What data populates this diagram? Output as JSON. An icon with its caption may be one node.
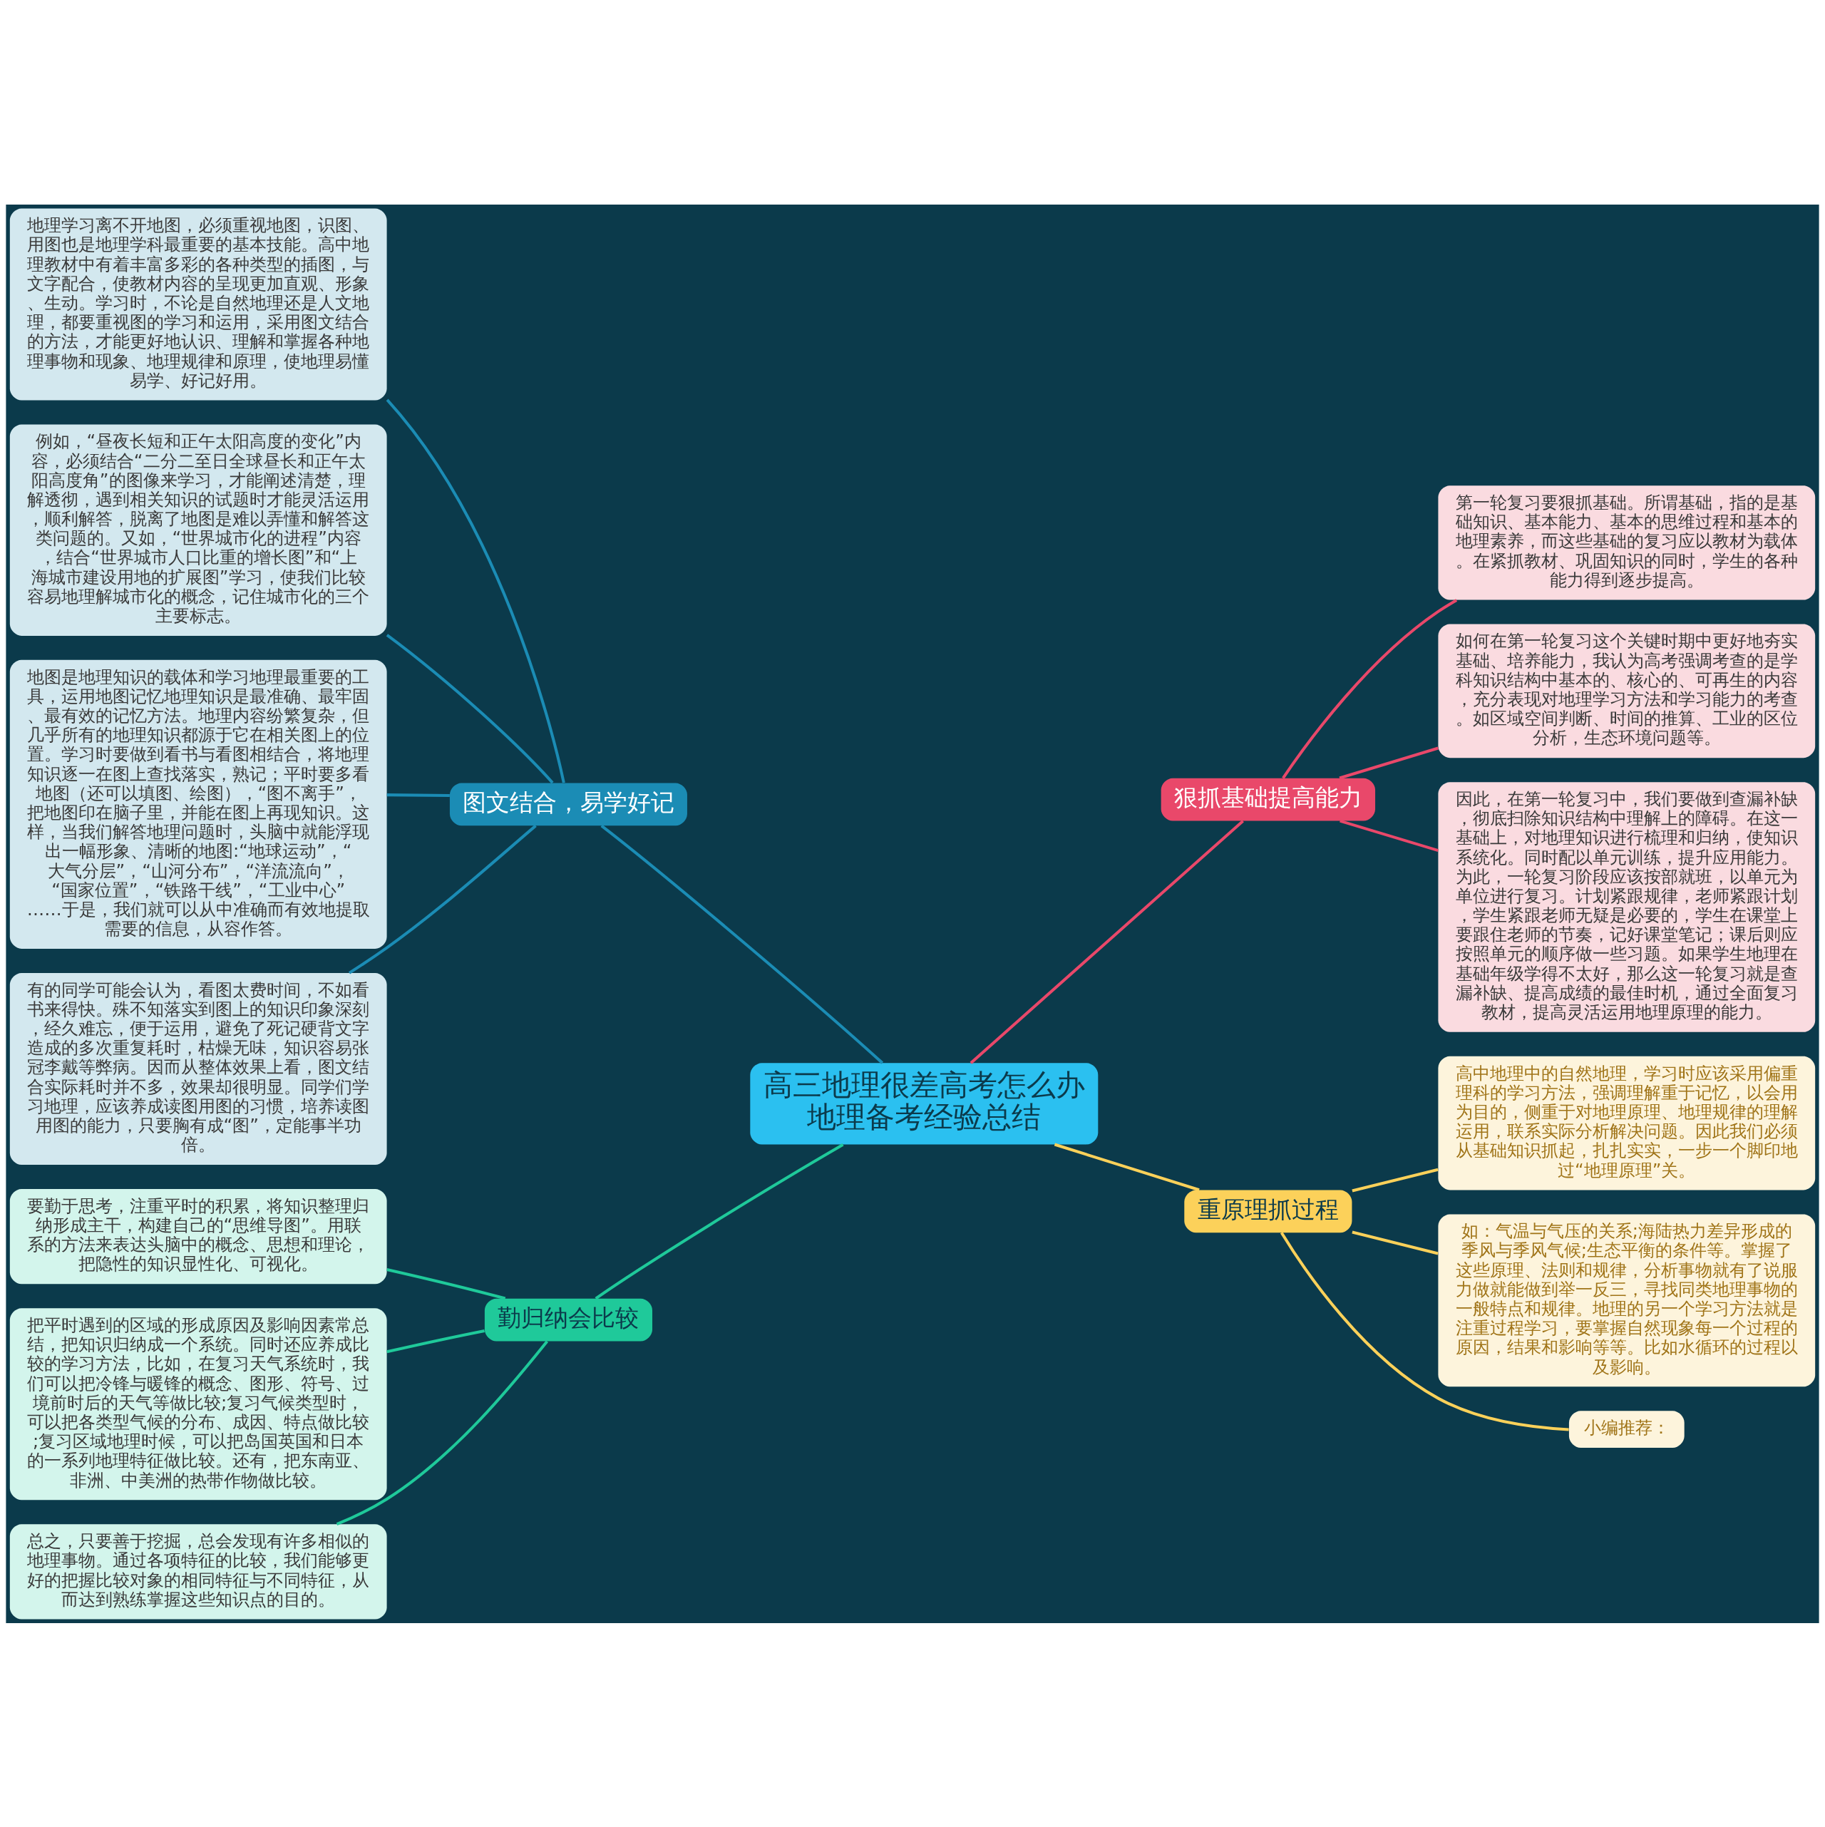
{
  "diagram": {
    "nodes": [
      {
        "text": [
          "高三地理很差高考怎么办地理备考经验总结"
        ]
      },
      {
        "text": [
          "图文结合，易学好记"
        ]
      },
      {
        "text": [
          "地理学习离不开地图，必须重视地图，识图、用图也是地理学科最重要的基本技能。高中地理教材中有着丰富多彩的各种类型的插图，与文字配合，使教材内容的呈现更加直观、形象、生动。学习时，不论是自然地理还是人文地理，都要重视图的学习和运用，采用图文结合的方法，才能更好地认识、理解和掌握各种地理事物和现象、地理规律和原理，使地理易懂易学、好记好用。"
        ]
      },
      {
        "text": [
          "例如，“昼夜长短和正午太阳高度的变化”内容，必须结合“二分二至日全球昼长和正午太阳高度角”的图像来学习，才能阐述清楚，理解透彻，遇到相关知识的试题时才能灵活运用，顺利解答，脱离了地图是难以弄懂和解答这类问题的。又如，“世界城市化的进程”内容，结合“世界城市人口比重的增长图”和“上海城市建设用地的扩展图”学习，使我们比较容易地理解城市化的概念，记住城市化的三个主要标志。"
        ]
      },
      {
        "text": [
          "地图是地理知识的载体和学习地理最重要的工具，运用地图记忆地理知识是最准确、最牢固、最有效的记忆方法。地理内容纷繁复杂，但几乎所有的地理知识都源于它在相关图上的位置。学习时要做到看书与看图相结合，将地理知识逐一在图上查找落实，熟记；平时要多看地图（还可以填图、绘图），“图不离手”，把地图印在脑子里，并能在图上再现知识。这样，当我们解答地理问题时，头脑中就能浮现出一幅形象、清晰的地图:“地球运动”，“大气分层”，“山河分布”，“洋流流向”，“国家位置”，“铁路干线”，“工业中心”……于是，我们就可以从中准确而有效地提取需要的信息，从容作答。"
        ]
      },
      {
        "text": [
          "有的同学可能会认为，看图太费时间，不如看书来得快。殊不知落实到图上的知识印象深刻，经久难忘，便于运用，避免了死记硬背文字造成的多次重复耗时，枯燥无味，知识容易张冠李戴等弊病。因而从整体效果上看，图文结合实际耗时并不多，效果却很明显。同学们学习地理，应该养成读图用图的习惯，培养读图用图的能力，只要胸有成“图”，定能事半功倍。"
        ]
      },
      {
        "text": [
          "勤归纳会比较"
        ]
      },
      {
        "text": [
          "要勤于思考，注重平时的积累，将知识整理归纳形成主干，构建自己的“思维导图”。用联系的方法来表达头脑中的概念、思想和理论，把隐性的知识显性化、可视化。"
        ]
      },
      {
        "text": [
          "把平时遇到的区域的形成原因及影响因素常总结，把知识归纳成一个系统。同时还应养成比较的学习方法，比如，在复习天气系统时，我们可以把冷锋与暖锋的概念、图形、符号、过境前时后的天气等做比较;复习气候类型时，可以把各类型气候的分布、成因、特点做比较;复习区域地理时候，可以把岛国英国和日本的一系列地理特征做比较。还有，把东南亚、非洲、中美洲的热带作物做比较。"
        ]
      },
      {
        "text": [
          "总之，只要善于挖掘，总会发现有许多相似的地理事物。通过各项特征的比较，我们能够更好的把握比较对象的相同特征与不同特征，从而达到熟练掌握这些知识点的目的。"
        ]
      },
      {
        "text": [
          "狠抓基础提高能力"
        ]
      },
      {
        "text": [
          "第一轮复习要狠抓基础。所谓基础，指的是基础知识、基本能力、基本的思维过程和基本的地理素养，而这些基础的复习应以教材为载体。在紧抓教材、巩固知识的同时，学生的各种能力得到逐步提高。"
        ]
      },
      {
        "text": [
          "如何在第一轮复习这个关键时期中更好地夯实基础、培养能力，我认为高考强调考查的是学科知识结构中基本的、核心的、可再生的内容，充分表现对地理学习方法和学习能力的考查。如区域空间判断、时间的推算、工业的区位分析，生态环境问题等。"
        ]
      },
      {
        "text": [
          "因此，在第一轮复习中，我们要做到查漏补缺，彻底扫除知识结构中理解上的障碍。在这一基础上，对地理知识进行梳理和归纳，使知识系统化。同时配以单元训练，提升应用能力。为此，一轮复习阶段应该按部就班，以单元为单位进行复习。计划紧跟规律，老师紧跟计划，学生紧跟老师无疑是必要的，学生在课堂上要跟住老师的节奏，记好课堂笔记；课后则应按照单元的顺序做一些习题。如果学生地理在基础年级学得不太好，那么这一轮复习就是查漏补缺、提高成绩的最佳时机，通过全面复习教材，提高灵活运用地理原理的能力。"
        ]
      },
      {
        "text": [
          "重原理抓过程"
        ]
      },
      {
        "text": [
          "高中地理中的自然地理，学习时应该采用偏重理科的学习方法，强调理解重于记忆，以会用为目的，侧重于对地理原理、地理规律的理解运用，联系实际分析解决问题。因此我们必须从基础知识抓起，扎扎实实，一步一个脚印地过“地理原理”关。"
        ]
      },
      {
        "text": [
          "如：气温与气压的关系;海陆热力差异形成的季风与季风气候;生态平衡的条件等。掌握了这些原理、法则和规律，分析事物就有了说服力做就能做到举一反三，寻找同类地理事物的一般特点和规律。地理的另一个学习方法就是注重过程学习，要掌握自然现象每一个过程的原因，结果和影响等等。比如水循环的过程以及影响。"
        ]
      },
      {
        "text": [
          "小编推荐："
        ]
      }
    ],
    "edges": [
      {
        "from": 0,
        "to": 1,
        "arrow": "none",
        "color": "#1b8cb5"
      },
      {
        "from": 1,
        "to": 2,
        "arrow": "none",
        "color": "#1b8cb5"
      },
      {
        "from": 1,
        "to": 3,
        "arrow": "none",
        "color": "#1b8cb5"
      },
      {
        "from": 1,
        "to": 4,
        "arrow": "none",
        "color": "#1b8cb5"
      },
      {
        "from": 1,
        "to": 5,
        "arrow": "none",
        "color": "#1b8cb5"
      },
      {
        "from": 0,
        "to": 6,
        "arrow": "none",
        "color": "#1fc99a"
      },
      {
        "from": 6,
        "to": 7,
        "arrow": "none",
        "color": "#1fc99a"
      },
      {
        "from": 6,
        "to": 8,
        "arrow": "none",
        "color": "#1fc99a"
      },
      {
        "from": 6,
        "to": 9,
        "arrow": "none",
        "color": "#1fc99a"
      },
      {
        "from": 0,
        "to": 10,
        "arrow": "none",
        "color": "#e9486a"
      },
      {
        "from": 10,
        "to": 11,
        "arrow": "none",
        "color": "#e9486a"
      },
      {
        "from": 10,
        "to": 12,
        "arrow": "none",
        "color": "#e9486a"
      },
      {
        "from": 10,
        "to": 13,
        "arrow": "none",
        "color": "#e9486a"
      },
      {
        "from": 0,
        "to": 14,
        "arrow": "none",
        "color": "#fcd15a"
      },
      {
        "from": 14,
        "to": 15,
        "arrow": "none",
        "color": "#fcd15a"
      },
      {
        "from": 14,
        "to": 16,
        "arrow": "none",
        "color": "#fcd15a"
      },
      {
        "from": 14,
        "to": 17,
        "arrow": "none",
        "color": "#fcd15a"
      }
    ]
  }
}
